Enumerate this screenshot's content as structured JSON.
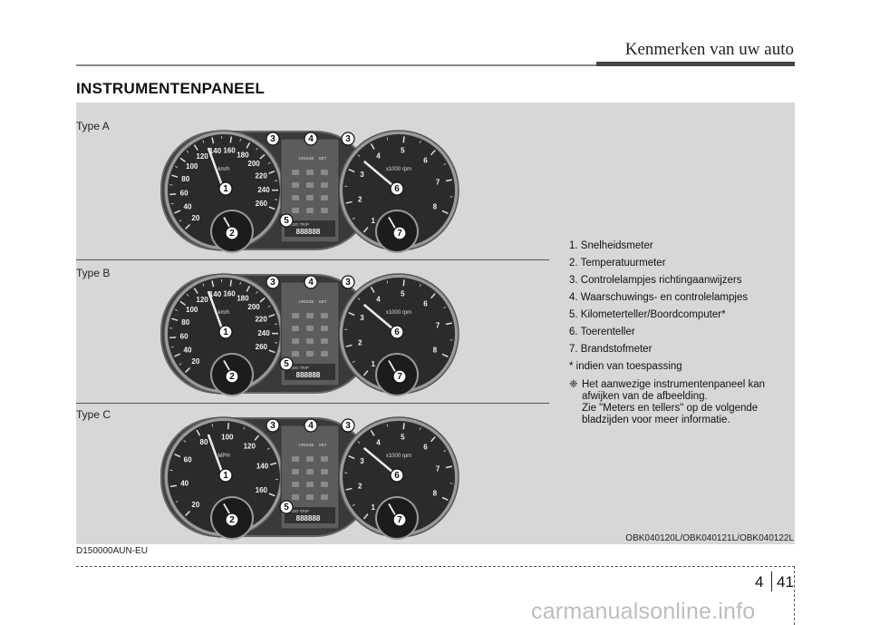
{
  "header": {
    "title": "Kenmerken van uw auto"
  },
  "section_title": "INSTRUMENTENPANEEL",
  "figure": {
    "types": [
      "Type A",
      "Type B",
      "Type C"
    ],
    "gauges": {
      "speed_kmh": [
        "20",
        "40",
        "60",
        "80",
        "100",
        "120",
        "140",
        "160",
        "180",
        "200",
        "220",
        "240",
        "260"
      ],
      "speed_mph": [
        "20",
        "40",
        "60",
        "80",
        "100",
        "120",
        "140",
        "160"
      ],
      "speed_unit_kmh": "km/h",
      "speed_unit_mph": "MPH",
      "rpm": [
        "1",
        "2",
        "3",
        "4",
        "5",
        "6",
        "7",
        "8"
      ],
      "rpm_unit": "x1000 rpm",
      "odo_label": "ODO",
      "trip_label": "TRIP",
      "odo_digits": "888888",
      "center_labels": [
        "CRUISE",
        "SET"
      ]
    },
    "callouts": [
      "1",
      "2",
      "3",
      "4",
      "5",
      "6",
      "7"
    ],
    "code": "OBK040120L/OBK040121L/OBK040122L"
  },
  "legend": {
    "items": [
      "1. Snelheidsmeter",
      "2. Temperatuurmeter",
      "3. Controlelampjes richtingaanwijzers",
      "4. Waarschuwings- en controlelampjes",
      "5. Kilometerteller/Boordcomputer*",
      "6. Toerenteller",
      "7. Brandstofmeter",
      "* indien van toespassing"
    ],
    "note_symbol": "❈",
    "note_lines": [
      "Het aanwezige instrumentenpaneel kan",
      "afwijken van de afbeelding.",
      "Zie \"Meters en tellers\" op de volgende",
      "bladzijden voor meer informatie."
    ]
  },
  "doc_code": "D150000AUN-EU",
  "footer": {
    "section": "4",
    "page": "41"
  },
  "watermark": "carmanualsonline.info"
}
